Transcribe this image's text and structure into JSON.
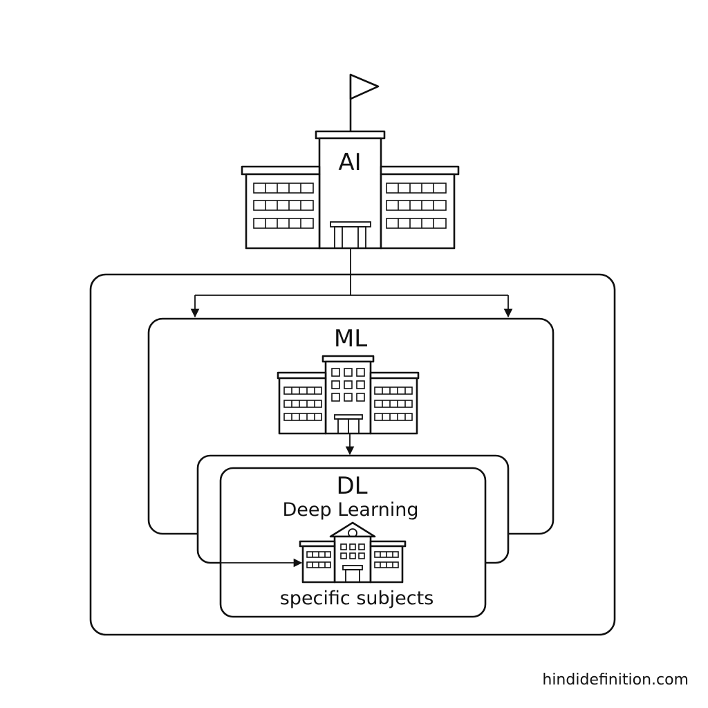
{
  "diagram": {
    "ai": {
      "label": "AI"
    },
    "ml": {
      "label": "ML"
    },
    "dl": {
      "label": "DL",
      "sublabel": "Deep Learning",
      "caption": "specific subjects"
    }
  },
  "footer": {
    "credit": "hindidefinition.com"
  },
  "icons": {
    "ai_building": "school-building-with-flag-icon",
    "ml_building": "school-building-icon",
    "dl_building": "small-school-building-icon"
  },
  "colors": {
    "line": "#111111",
    "background": "#ffffff"
  }
}
